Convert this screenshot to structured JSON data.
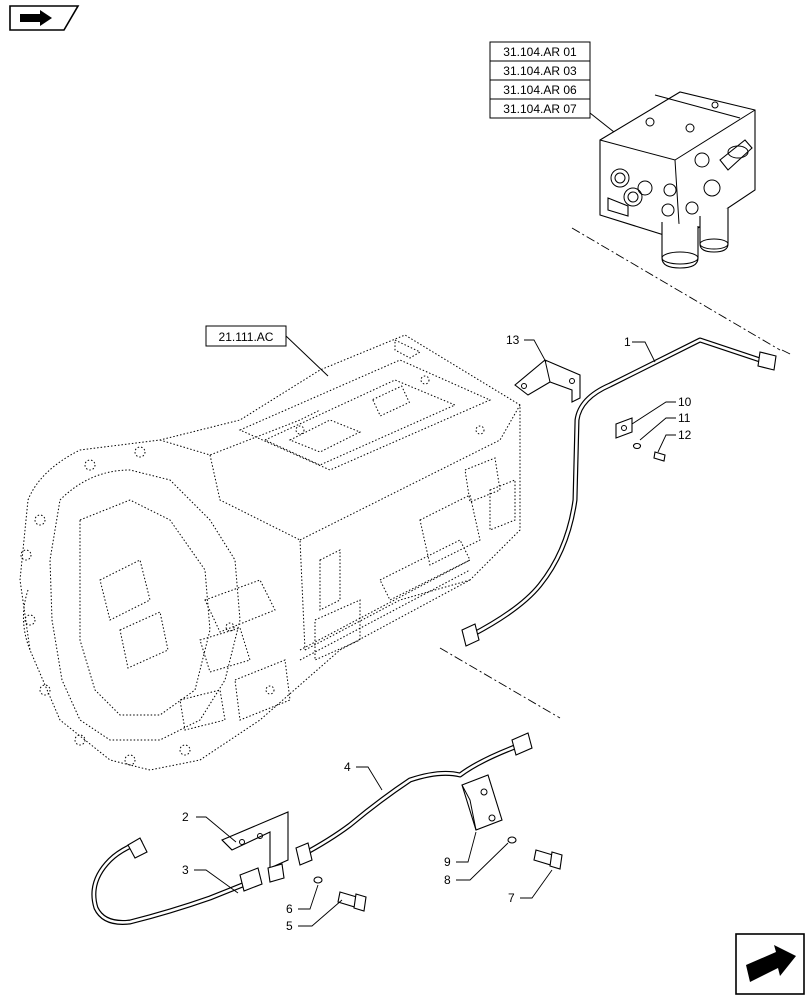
{
  "references": {
    "valve": [
      "31.104.AR 01",
      "31.104.AR 03",
      "31.104.AR 06",
      "31.104.AR 07"
    ],
    "housing": "21.111.AC"
  },
  "callouts": [
    "1",
    "2",
    "3",
    "4",
    "5",
    "6",
    "7",
    "8",
    "9",
    "10",
    "11",
    "12",
    "13"
  ],
  "icons": {
    "top_left": "book-arrow-icon",
    "bottom_right": "next-page-arrow-icon"
  }
}
